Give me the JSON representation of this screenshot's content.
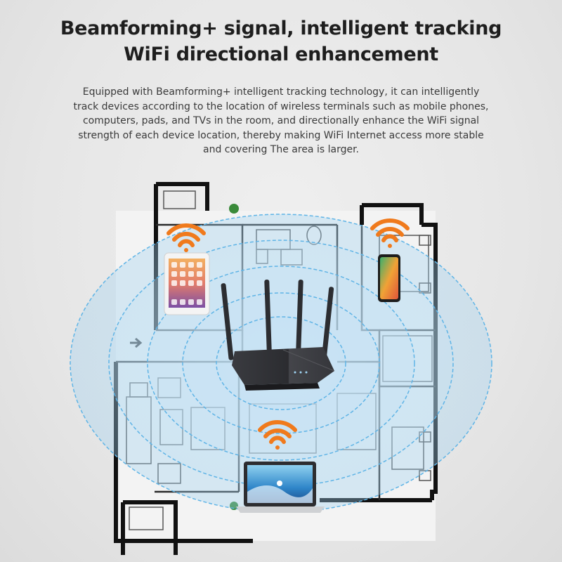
{
  "heading": {
    "line1": "Beamforming+ signal, intelligent tracking",
    "line2": "WiFi directional enhancement"
  },
  "description": {
    "lines": [
      "Equipped with Beamforming+ intelligent tracking technology, it can intelligently",
      "track devices according to the location of wireless terminals such as mobile phones,",
      "computers, pads, and TVs in the room, and directionally enhance the WiFi signal",
      "strength of each device location, thereby making WiFi Internet access more stable",
      "and covering The area is larger."
    ]
  },
  "colors": {
    "signal_orange": "#f07a1c",
    "wave_blue": "#5fb4e6",
    "wall": "#111111",
    "router_body": "#2a2a2e"
  },
  "icons": [
    "wifi-signal-icon",
    "router",
    "tablet",
    "smartphone",
    "laptop"
  ]
}
